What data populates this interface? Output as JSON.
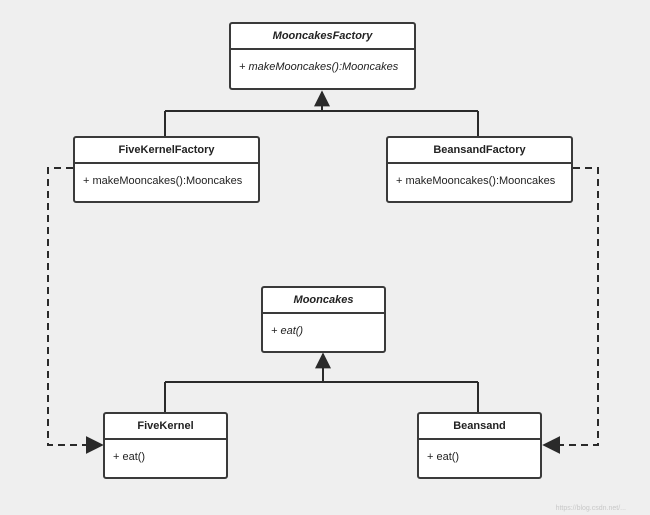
{
  "classes": {
    "mooncakes_factory": {
      "name": "MooncakesFactory",
      "op": "+ makeMooncakes():Mooncakes"
    },
    "five_kernel_factory": {
      "name": "FiveKernelFactory",
      "op": "+ makeMooncakes():Mooncakes"
    },
    "beansand_factory": {
      "name": "BeansandFactory",
      "op": "+ makeMooncakes():Mooncakes"
    },
    "mooncakes": {
      "name": "Mooncakes",
      "op": "+ eat()"
    },
    "five_kernel": {
      "name": "FiveKernel",
      "op": "+ eat()"
    },
    "beansand": {
      "name": "Beansand",
      "op": "+ eat()"
    }
  },
  "watermark": "https://blog.csdn.net/..."
}
